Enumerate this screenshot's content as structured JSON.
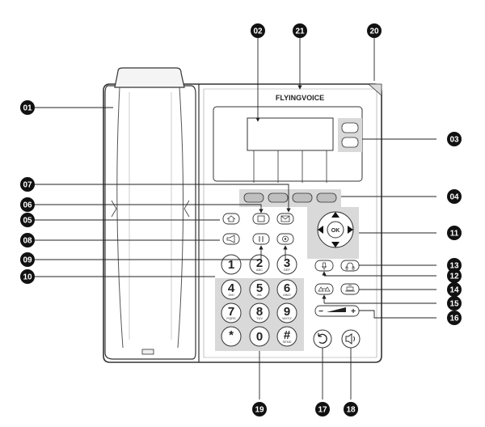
{
  "brand": "FLYINGVOICE",
  "ok_label": "OK",
  "keypad": [
    {
      "digit": "1",
      "sub": ""
    },
    {
      "digit": "2",
      "sub": "ABC"
    },
    {
      "digit": "3",
      "sub": "DEF"
    },
    {
      "digit": "4",
      "sub": "GHI"
    },
    {
      "digit": "5",
      "sub": "JKL"
    },
    {
      "digit": "6",
      "sub": "MNO"
    },
    {
      "digit": "7",
      "sub": "PQRS"
    },
    {
      "digit": "8",
      "sub": "TUV"
    },
    {
      "digit": "9",
      "sub": "WXYZ"
    },
    {
      "digit": "*",
      "sub": "."
    },
    {
      "digit": "0",
      "sub": ""
    },
    {
      "digit": "#",
      "sub": "SEND"
    }
  ],
  "volume": {
    "minus": "−",
    "plus": "+"
  },
  "callouts": [
    "01",
    "02",
    "03",
    "04",
    "05",
    "06",
    "07",
    "08",
    "09",
    "10",
    "11",
    "12",
    "13",
    "14",
    "15",
    "16",
    "17",
    "18",
    "19",
    "20",
    "21"
  ]
}
